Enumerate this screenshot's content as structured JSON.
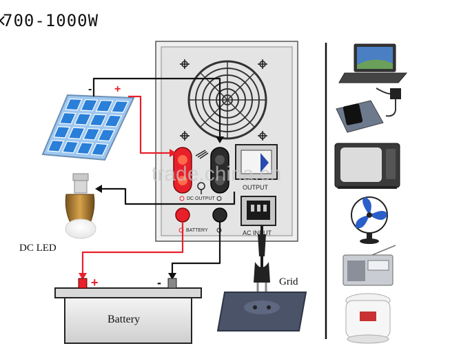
{
  "header": {
    "title": "700-1000W"
  },
  "inverter": {
    "dc_output_label": "DC OUTPUT",
    "battery_label": "BATTERY",
    "output_label": "OUTPUT",
    "ac_input_label": "AC INPUT"
  },
  "labels": {
    "dc_led": "DC LED",
    "battery": "Battery",
    "grid": "Grid",
    "minus": "-",
    "plus": "+"
  },
  "watermark": "trade.china.cn",
  "colors": {
    "wire_red": "#e8202a",
    "wire_black": "#111111",
    "panel_blue": "#2a7fd8",
    "inverter_face": "#eaeaea"
  },
  "icons": {
    "appliances": [
      "laptop-icon",
      "phone-charger-icon",
      "tv-icon",
      "fan-icon",
      "radio-icon",
      "rice-cooker-icon"
    ]
  }
}
